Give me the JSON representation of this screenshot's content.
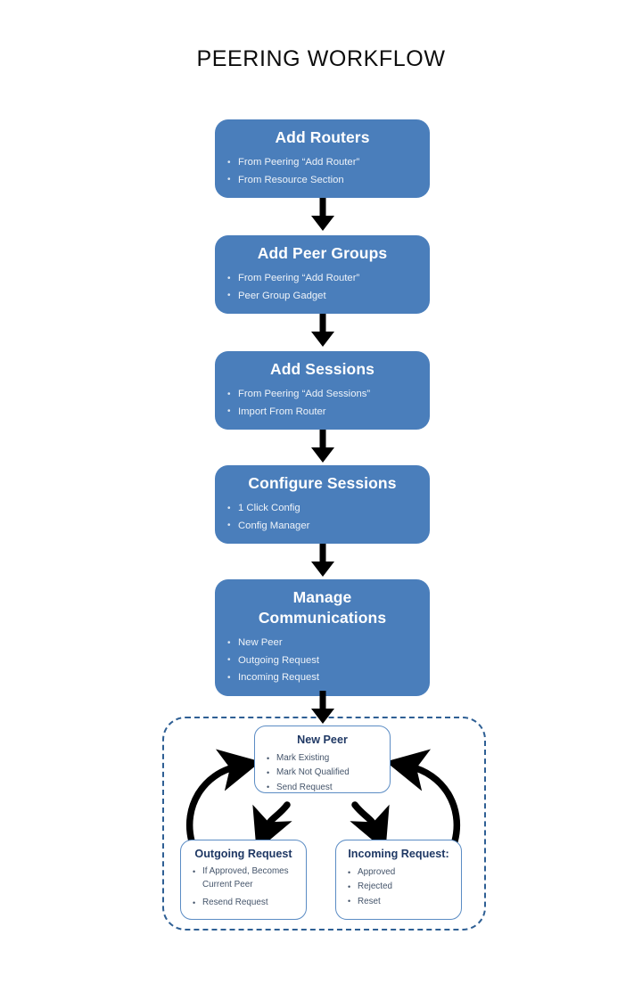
{
  "page": {
    "title": "PEERING WORKFLOW",
    "background_color": "#ffffff"
  },
  "colors": {
    "step_fill": "#4a7ebb",
    "step_title_text": "#ffffff",
    "step_bullet_text": "#eef3f9",
    "sub_border": "#5b8cc4",
    "sub_title_text": "#1f3864",
    "sub_bullet_text": "#44546a",
    "group_dashed_border": "#2e5f94",
    "arrow_color": "#000000",
    "title_text": "#0d0d0d"
  },
  "flow": {
    "steps": [
      {
        "id": "add-routers",
        "title": "Add Routers",
        "bullets": [
          "From  Peering “Add Router”",
          "From Resource Section"
        ]
      },
      {
        "id": "add-peer-groups",
        "title": "Add Peer Groups",
        "bullets": [
          "From  Peering “Add Router”",
          "Peer Group Gadget"
        ]
      },
      {
        "id": "add-sessions",
        "title": "Add Sessions",
        "bullets": [
          "From  Peering “Add Sessions”",
          "Import  From Router"
        ]
      },
      {
        "id": "configure-sessions",
        "title": "Configure Sessions",
        "bullets": [
          "1 Click Config",
          "Config Manager"
        ]
      },
      {
        "id": "manage-communications",
        "title_line1": "Manage",
        "title_line2": "Communications",
        "title": "Manage Communications",
        "bullets": [
          "New Peer",
          "Outgoing Request",
          "Incoming Request"
        ]
      }
    ],
    "connectors": [
      {
        "from": "add-routers",
        "to": "add-peer-groups",
        "kind": "down-arrow"
      },
      {
        "from": "add-peer-groups",
        "to": "add-sessions",
        "kind": "down-arrow"
      },
      {
        "from": "add-sessions",
        "to": "configure-sessions",
        "kind": "down-arrow"
      },
      {
        "from": "configure-sessions",
        "to": "manage-communications",
        "kind": "down-arrow"
      },
      {
        "from": "manage-communications",
        "to": "communication-group",
        "kind": "down-arrow"
      }
    ]
  },
  "group": {
    "id": "communication-group",
    "border_style": "dashed",
    "boxes": [
      {
        "id": "new-peer",
        "title": "New Peer",
        "bullets": [
          "Mark Existing",
          "Mark Not Qualified",
          "Send Request"
        ]
      },
      {
        "id": "outgoing-request",
        "title": "Outgoing Request",
        "bullets": [
          "If Approved, Becomes Current Peer",
          "Resend Request"
        ]
      },
      {
        "id": "incoming-request",
        "title": "Incoming Request:",
        "bullets": [
          "Approved",
          "Rejected",
          "Reset"
        ]
      }
    ],
    "curved_connectors": [
      {
        "from": "new-peer",
        "to": "outgoing-request",
        "direction": "down-left"
      },
      {
        "from": "new-peer",
        "to": "incoming-request",
        "direction": "down-right"
      },
      {
        "from": "outgoing-request",
        "to": "new-peer",
        "direction": "up-left-outer"
      },
      {
        "from": "incoming-request",
        "to": "new-peer",
        "direction": "up-right-outer"
      }
    ]
  }
}
